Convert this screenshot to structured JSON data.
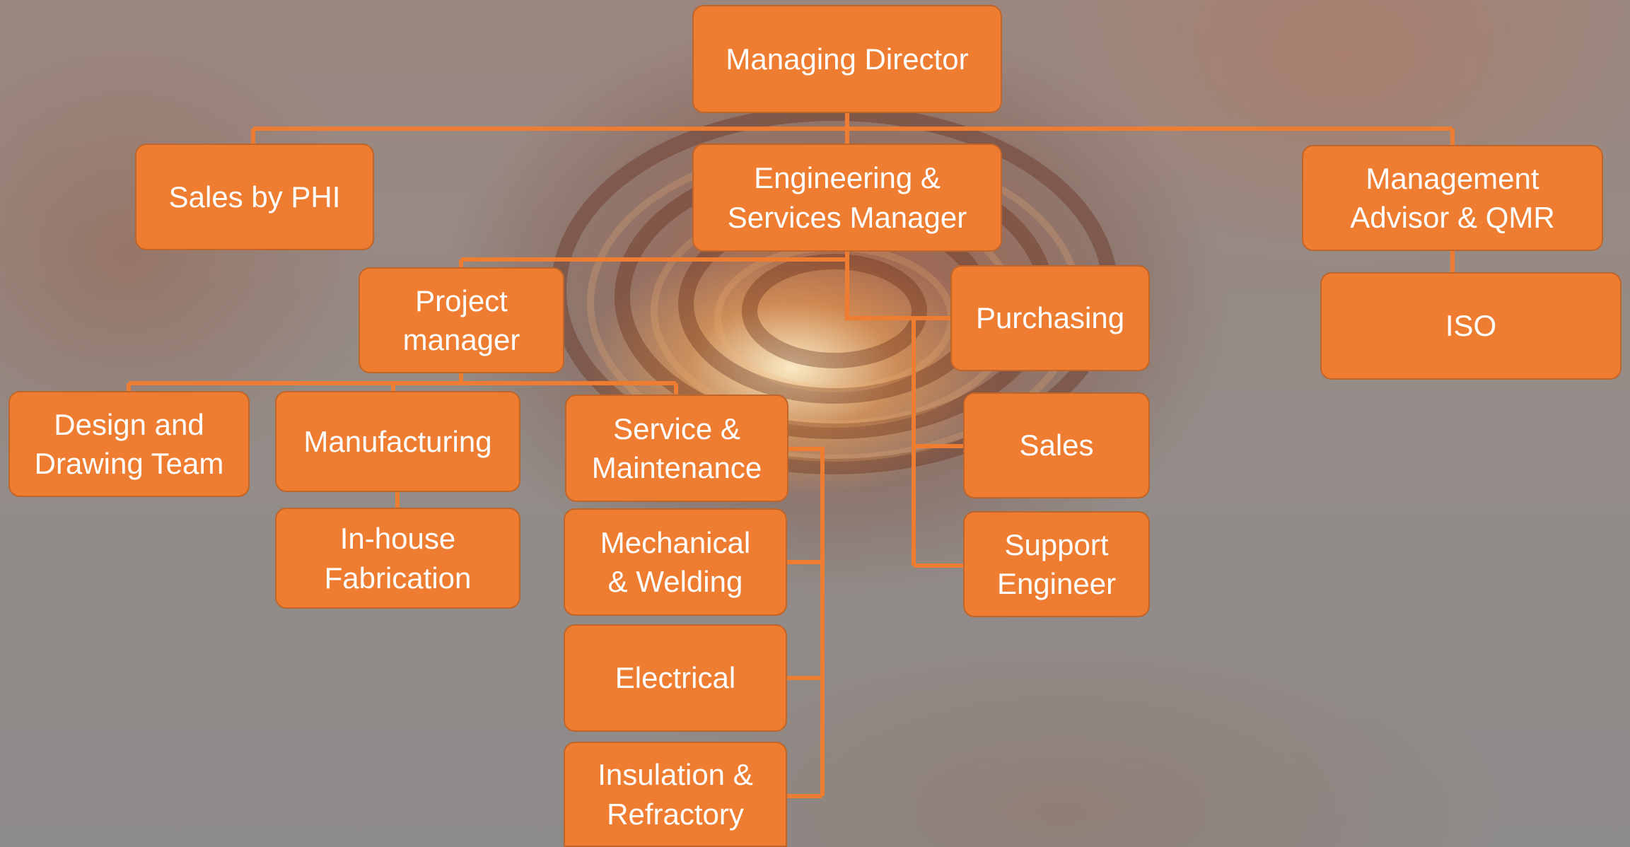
{
  "org_chart": {
    "managing_director": "Managing Director",
    "sales_by_phi": "Sales by PHI",
    "engineering_services_manager": [
      "Engineering &",
      "Services Manager"
    ],
    "management_advisor_qmr": [
      "Management",
      "Advisor & QMR"
    ],
    "iso": "ISO",
    "project_manager": [
      "Project",
      "manager"
    ],
    "purchasing": "Purchasing",
    "sales": "Sales",
    "support_engineer": [
      "Support",
      "Engineer"
    ],
    "design_drawing_team": [
      "Design and",
      "Drawing Team"
    ],
    "manufacturing": "Manufacturing",
    "in_house_fabrication": [
      "In-house",
      "Fabrication"
    ],
    "service_maintenance": [
      "Service &",
      "Maintenance"
    ],
    "mechanical_welding": [
      "Mechanical",
      "& Welding"
    ],
    "electrical": "Electrical",
    "insulation_refractory": [
      "Insulation &",
      "Refractory"
    ]
  },
  "colors": {
    "box_fill": "#ee7d31",
    "box_border": "#c0652a",
    "connector": "#ee7d31",
    "text": "#ffffff"
  }
}
